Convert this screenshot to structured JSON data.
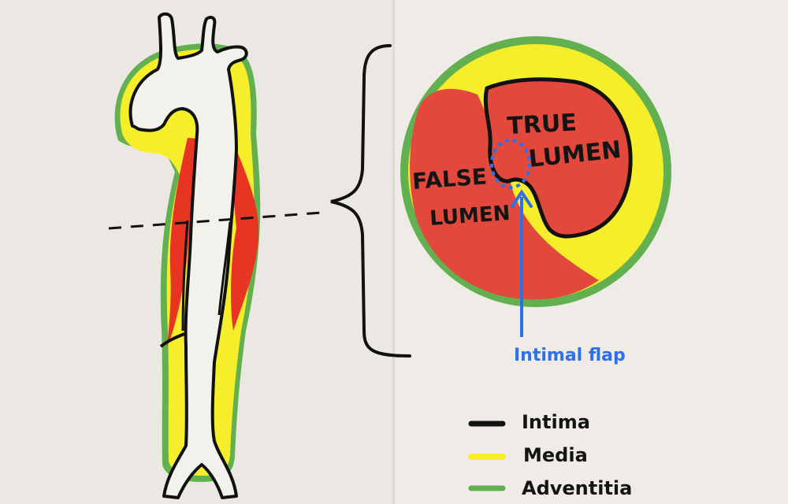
{
  "cross_section": {
    "true_lumen_line1": "TRUE",
    "true_lumen_line2": "LUMEN",
    "false_lumen_line1": "FALSE",
    "false_lumen_line2": "LUMEN",
    "intimal_flap_label": "Intimal flap"
  },
  "legend": {
    "items": [
      {
        "label": "Intima",
        "color": "#111111"
      },
      {
        "label": "Media",
        "color": "#f6ee2a"
      },
      {
        "label": "Adventitia",
        "color": "#62b04f"
      }
    ]
  },
  "colors": {
    "adventitia": "#62b04f",
    "media": "#f6ee2a",
    "false_lumen": "#e2493c",
    "dissection_red": "#e83523",
    "annotation_blue": "#2f6fe8",
    "intima": "#111111"
  }
}
